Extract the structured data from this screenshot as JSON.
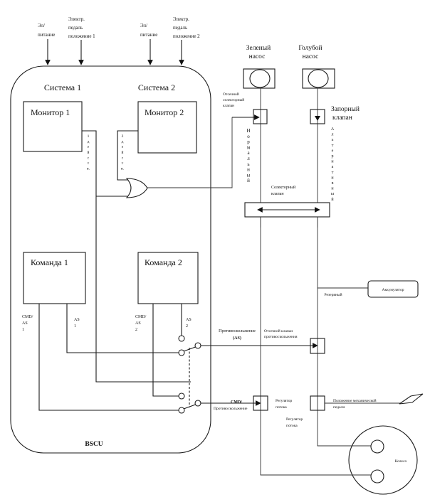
{
  "colors": {
    "line": "#1a1a1a",
    "background": "#ffffff"
  },
  "diagram": {
    "inputs": [
      {
        "label": [
          "Эл/",
          "питание"
        ]
      },
      {
        "label": [
          "Электр.",
          "педаль",
          "положение 1"
        ]
      },
      {
        "label": [
          "Эл/",
          "питание"
        ]
      },
      {
        "label": [
          "Электр.",
          "педаль",
          "положение 2"
        ]
      }
    ],
    "bscu": {
      "label": "BSCU",
      "system1": "Система 1",
      "system2": "Система 2",
      "monitor1": "Монитор 1",
      "monitor2": "Монитор 2",
      "command1": "Команда 1",
      "command2": "Команда 2",
      "valid1": "1действ.",
      "valid2": "2действ.",
      "cmd_as1": [
        "CMD/",
        "AS",
        "1"
      ],
      "as1": [
        "AS",
        "1"
      ],
      "cmd_as2": [
        "CMD/",
        "AS",
        "2"
      ],
      "as2": [
        "AS",
        "2"
      ]
    },
    "hydraulics": {
      "green_pump": [
        "Зеленый",
        "насос"
      ],
      "blue_pump": [
        "Голубой",
        "насос"
      ],
      "shutoff_selector_valve": [
        "Отсечной",
        "селекторный",
        "клапан"
      ],
      "isolation_valve": [
        "Запорный",
        "клапан"
      ],
      "normal": "Нормальный",
      "alternate": "Альтернативный",
      "selector_valve": [
        "Селекторный",
        "клапан"
      ],
      "reserve": "Резервный",
      "accumulator": "Аккумулятор",
      "antiskid": [
        "Противоскольжение",
        "(AS)"
      ],
      "antiskid_shutoff_valve": [
        "Отсечной клапан",
        "противоскольжения"
      ],
      "cmd_antiskid": [
        "CMD/",
        "Противоскольжение"
      ],
      "meter_valve_green": [
        "Регулятор",
        "потока"
      ],
      "meter_valve_blue": [
        "Регулятор",
        "потока"
      ],
      "mechanical_pedal_position": [
        "Положение механической",
        "педали"
      ],
      "wheel": "Колесо"
    }
  }
}
